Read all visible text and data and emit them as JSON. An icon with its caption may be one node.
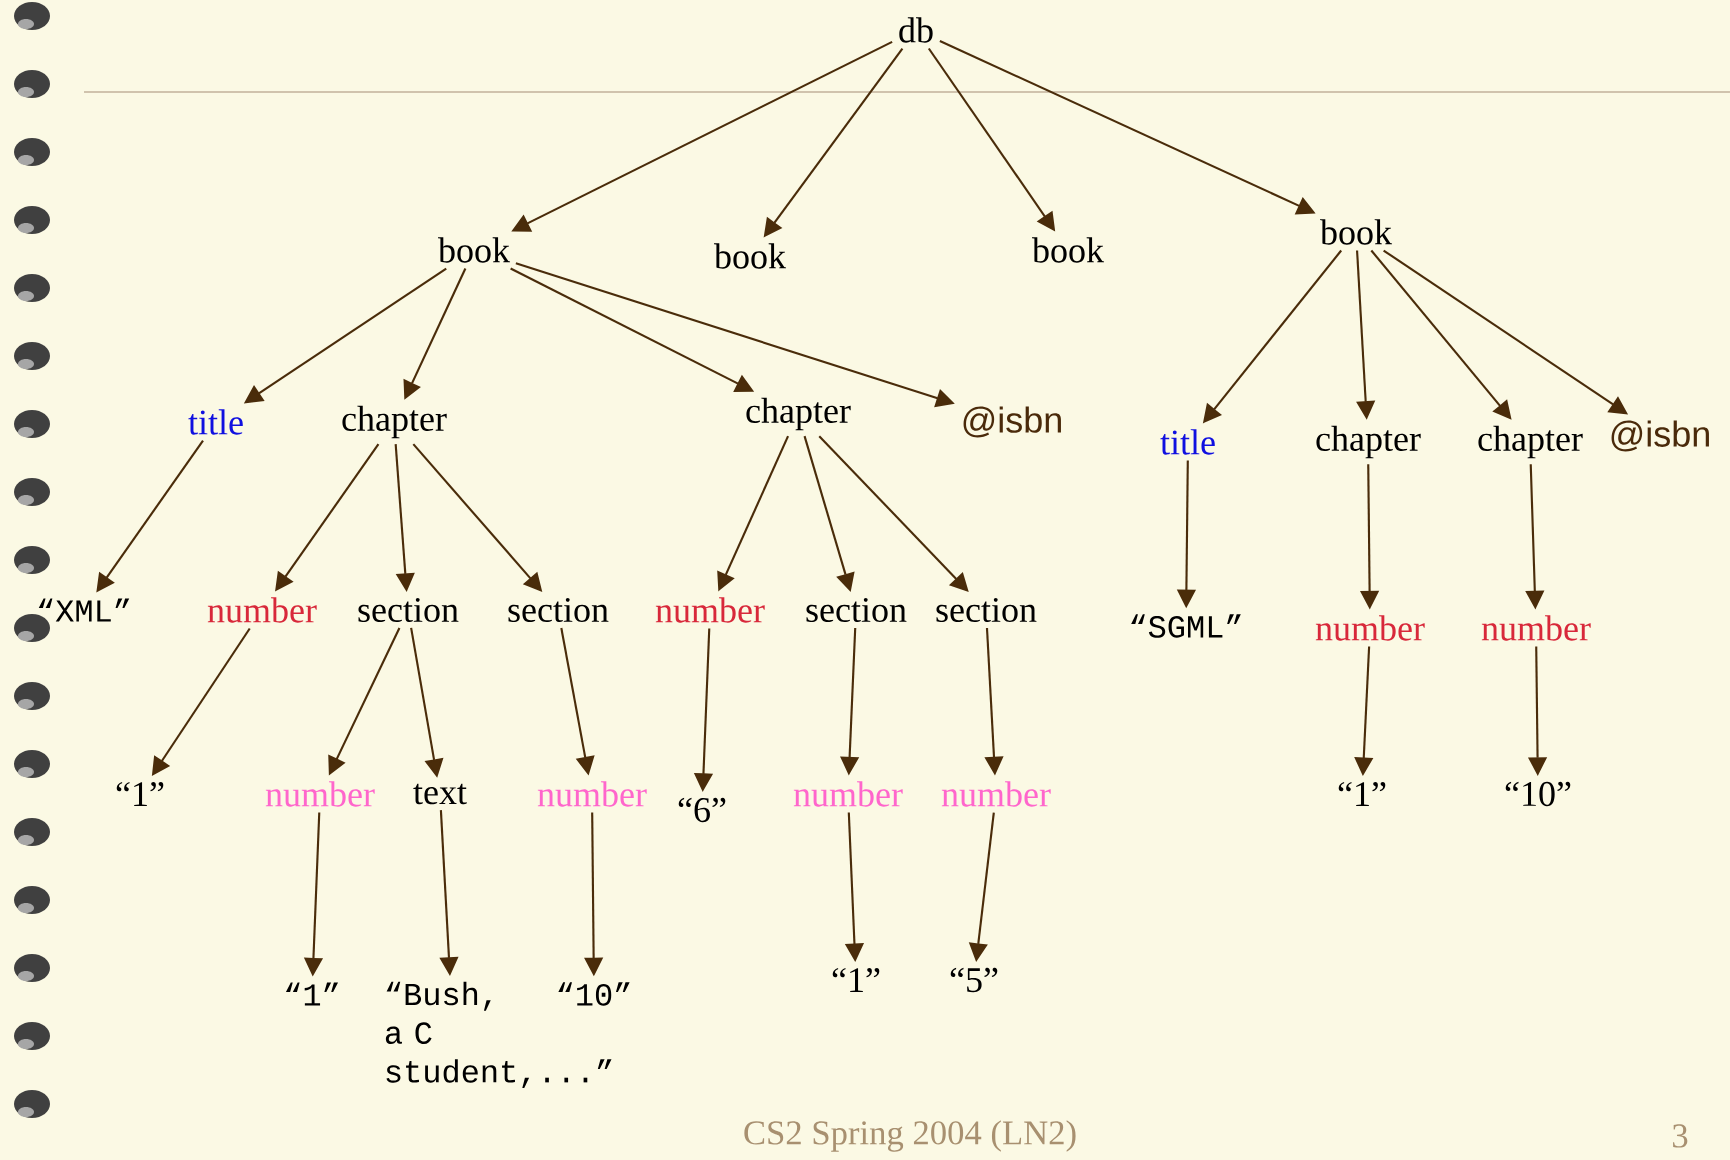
{
  "diagram": {
    "nodes": [
      {
        "text": [
          "db"
        ]
      },
      {
        "text": [
          "book"
        ]
      },
      {
        "text": [
          "book"
        ]
      },
      {
        "text": [
          "book"
        ]
      },
      {
        "text": [
          "book"
        ]
      },
      {
        "text": [
          "title"
        ]
      },
      {
        "text": [
          "chapter"
        ]
      },
      {
        "text": [
          "chapter"
        ]
      },
      {
        "text": [
          "@isbn"
        ]
      },
      {
        "text": [
          "“XML”"
        ]
      },
      {
        "text": [
          "number"
        ]
      },
      {
        "text": [
          "section"
        ]
      },
      {
        "text": [
          "section"
        ]
      },
      {
        "text": [
          "number"
        ]
      },
      {
        "text": [
          "section"
        ]
      },
      {
        "text": [
          "section"
        ]
      },
      {
        "text": [
          "“1”"
        ]
      },
      {
        "text": [
          "number"
        ]
      },
      {
        "text": [
          "text"
        ]
      },
      {
        "text": [
          "number"
        ]
      },
      {
        "text": [
          "“6”"
        ]
      },
      {
        "text": [
          "number"
        ]
      },
      {
        "text": [
          "number"
        ]
      },
      {
        "text": [
          "“1”"
        ]
      },
      {
        "text": [
          "“Bush, a C student,...”"
        ]
      },
      {
        "text": [
          "“10”"
        ]
      },
      {
        "text": [
          "“1”"
        ]
      },
      {
        "text": [
          "“5”"
        ]
      },
      {
        "text": [
          "title"
        ]
      },
      {
        "text": [
          "chapter"
        ]
      },
      {
        "text": [
          "chapter"
        ]
      },
      {
        "text": [
          "@isbn"
        ]
      },
      {
        "text": [
          "“SGML”"
        ]
      },
      {
        "text": [
          "number"
        ]
      },
      {
        "text": [
          "number"
        ]
      },
      {
        "text": [
          "“1”"
        ]
      },
      {
        "text": [
          "“10”"
        ]
      }
    ],
    "edges": [
      {
        "from": 0,
        "to": 1,
        "arrow": "to"
      },
      {
        "from": 0,
        "to": 2,
        "arrow": "to"
      },
      {
        "from": 0,
        "to": 3,
        "arrow": "to"
      },
      {
        "from": 0,
        "to": 4,
        "arrow": "to"
      },
      {
        "from": 1,
        "to": 5,
        "arrow": "to"
      },
      {
        "from": 1,
        "to": 6,
        "arrow": "to"
      },
      {
        "from": 1,
        "to": 7,
        "arrow": "to"
      },
      {
        "from": 1,
        "to": 8,
        "arrow": "to"
      },
      {
        "from": 4,
        "to": 28,
        "arrow": "to"
      },
      {
        "from": 4,
        "to": 29,
        "arrow": "to"
      },
      {
        "from": 4,
        "to": 30,
        "arrow": "to"
      },
      {
        "from": 4,
        "to": 31,
        "arrow": "to"
      },
      {
        "from": 5,
        "to": 9,
        "arrow": "to"
      },
      {
        "from": 6,
        "to": 10,
        "arrow": "to"
      },
      {
        "from": 6,
        "to": 11,
        "arrow": "to"
      },
      {
        "from": 6,
        "to": 12,
        "arrow": "to"
      },
      {
        "from": 7,
        "to": 13,
        "arrow": "to"
      },
      {
        "from": 7,
        "to": 14,
        "arrow": "to"
      },
      {
        "from": 7,
        "to": 15,
        "arrow": "to"
      },
      {
        "from": 10,
        "to": 16,
        "arrow": "to"
      },
      {
        "from": 11,
        "to": 17,
        "arrow": "to"
      },
      {
        "from": 11,
        "to": 18,
        "arrow": "to"
      },
      {
        "from": 12,
        "to": 19,
        "arrow": "to"
      },
      {
        "from": 13,
        "to": 20,
        "arrow": "to"
      },
      {
        "from": 14,
        "to": 21,
        "arrow": "to"
      },
      {
        "from": 15,
        "to": 22,
        "arrow": "to"
      },
      {
        "from": 17,
        "to": 23,
        "arrow": "to"
      },
      {
        "from": 18,
        "to": 24,
        "arrow": "to"
      },
      {
        "from": 19,
        "to": 25,
        "arrow": "to"
      },
      {
        "from": 21,
        "to": 26,
        "arrow": "to"
      },
      {
        "from": 22,
        "to": 27,
        "arrow": "to"
      },
      {
        "from": 28,
        "to": 32,
        "arrow": "to"
      },
      {
        "from": 29,
        "to": 33,
        "arrow": "to"
      },
      {
        "from": 30,
        "to": 34,
        "arrow": "to"
      },
      {
        "from": 33,
        "to": 35,
        "arrow": "to"
      },
      {
        "from": 34,
        "to": 36,
        "arrow": "to"
      }
    ],
    "labels": [
      "CS2   Spring 2004   (LN2)",
      "3"
    ]
  }
}
